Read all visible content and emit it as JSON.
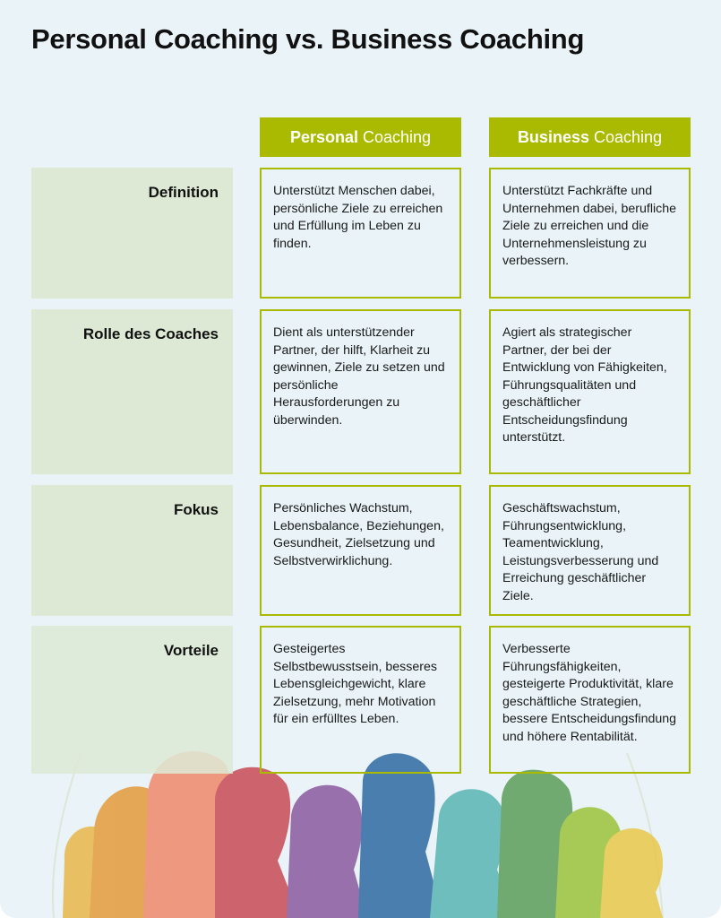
{
  "title": "Personal Coaching vs. Business Coaching",
  "columns": [
    {
      "bold": "Personal",
      "rest": "Coaching"
    },
    {
      "bold": "Business",
      "rest": "Coaching"
    }
  ],
  "rows": [
    {
      "label": "Definition",
      "personal": "Unterstützt Menschen dabei, persönliche Ziele zu erreichen und Erfüllung im Leben zu finden.",
      "business": "Unterstützt Fachkräfte und Unternehmen dabei, berufliche Ziele zu erreichen und die Unternehmensleistung zu verbessern."
    },
    {
      "label": "Rolle des Coaches",
      "personal": "Dient als unterstützender Partner, der hilft, Klarheit zu gewinnen, Ziele zu setzen und persönliche Herausforderungen zu überwinden.",
      "business": "Agiert als strategischer Partner, der bei der Entwicklung von Fähigkeiten, Führungsqualitäten und geschäftlicher Entscheidungsfindung unterstützt."
    },
    {
      "label": "Fokus",
      "personal": "Persönliches Wachstum, Lebensbalance, Beziehungen, Gesundheit, Zielsetzung und Selbstverwirklichung.",
      "business": "Geschäftswachstum, Führungsentwicklung, Teamentwicklung, Leistungsverbesserung und Erreichung geschäftlicher Ziele."
    },
    {
      "label": "Vorteile",
      "personal": "Gesteigertes Selbstbewusstsein, besseres Lebensgleichgewicht, klare Zielsetzung, mehr Motivation für ein erfülltes Leben.",
      "business": "Verbesserte Führungsfähigkeiten, gesteigerte Produktivität, klare geschäftliche Strategien, bessere Entscheidungsfindung und höhere Rentabilität."
    }
  ],
  "colors": {
    "accent": "#a9ba00",
    "label_bg": "#dde9d5",
    "background": "#e9f3f8"
  }
}
